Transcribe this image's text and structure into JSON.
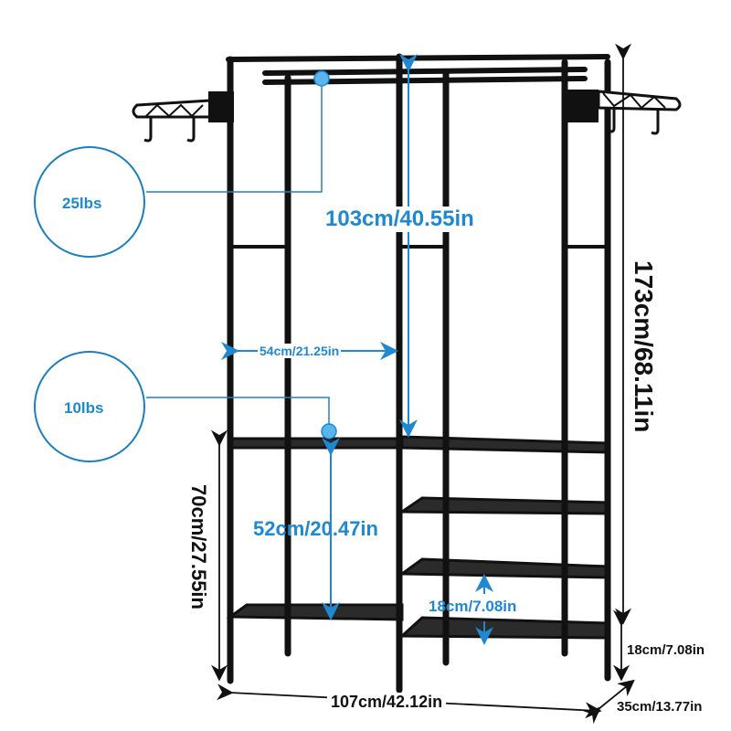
{
  "diagram": {
    "subject": "clothing rack with hanging rails, side hooks and shoe shelves",
    "colors": {
      "frame": "#111111",
      "shelf": "#2b2b2b",
      "accent_blue": "#1e88d0",
      "callout_line": "#2a7fb5",
      "background": "#ffffff"
    },
    "callouts": [
      {
        "id": "hanging-rail-load",
        "icon": "hanger-icon",
        "label": "25lbs"
      },
      {
        "id": "shelf-load",
        "icon": "weight-icon",
        "label": "10lbs"
      }
    ],
    "dimensions": {
      "hanging_height": "103cm/40.55in",
      "section_width": "54cm/21.25in",
      "shelf_height": "52cm/20.47in",
      "shelf_spacing": "18cm/7.08in",
      "total_height": "173cm/68.11in",
      "lower_height": "70cm/27.55in",
      "total_width": "107cm/42.12in",
      "depth": "35cm/13.77in",
      "foot_clearance": "18cm/7.08in"
    }
  }
}
